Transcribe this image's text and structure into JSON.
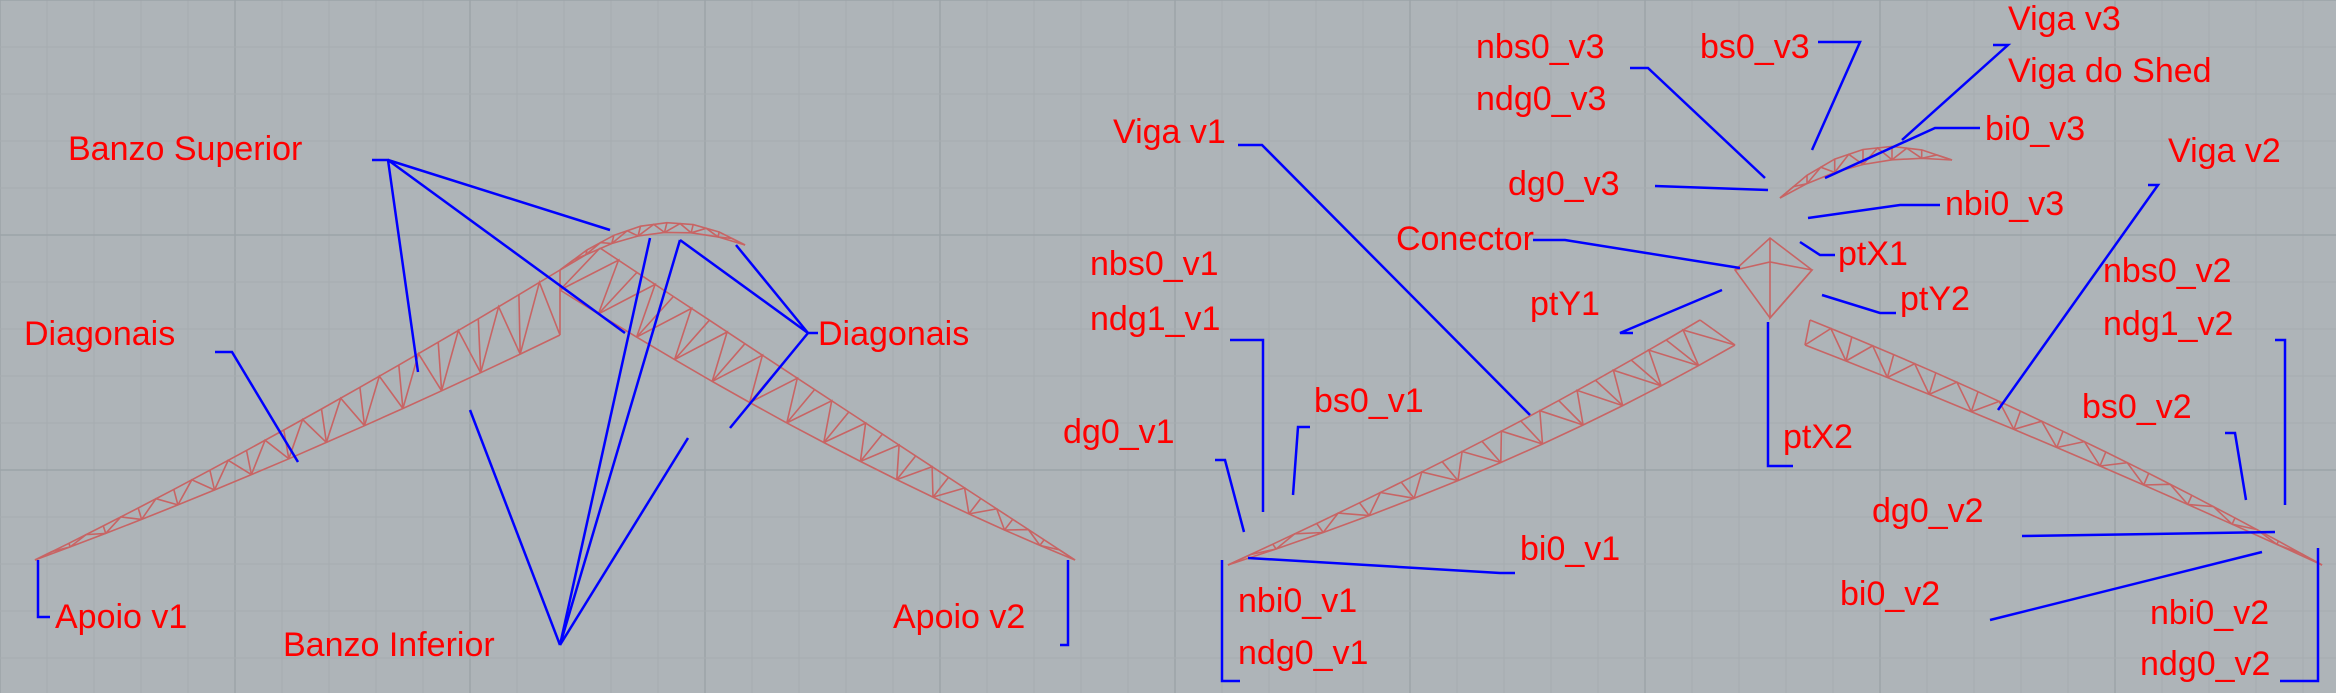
{
  "labels": {
    "banzo_superior": "Banzo Superior",
    "diagonais_left": "Diagonais",
    "diagonais_right": "Diagonais",
    "apoio_v1": "Apoio v1",
    "apoio_v2": "Apoio v2",
    "banzo_inferior": "Banzo Inferior",
    "viga_v1": "Viga v1",
    "viga_v2": "Viga v2",
    "viga_v3": "Viga v3",
    "viga_do_shed": "Viga do Shed",
    "nbs0_v3": "nbs0_v3",
    "ndg0_v3": "ndg0_v3",
    "bs0_v3": "bs0_v3",
    "bi0_v3": "bi0_v3",
    "dg0_v3": "dg0_v3",
    "nbi0_v3": "nbi0_v3",
    "conector": "Conector",
    "ptX1": "ptX1",
    "ptY1": "ptY1",
    "ptY2": "ptY2",
    "ptX2": "ptX2",
    "nbs0_v1": "nbs0_v1",
    "ndg1_v1": "ndg1_v1",
    "bs0_v1": "bs0_v1",
    "dg0_v1": "dg0_v1",
    "bi0_v1": "bi0_v1",
    "nbi0_v1": "nbi0_v1",
    "ndg0_v1": "ndg0_v1",
    "nbs0_v2": "nbs0_v2",
    "ndg1_v2": "ndg1_v2",
    "bs0_v2": "bs0_v2",
    "dg0_v2": "dg0_v2",
    "bi0_v2": "bi0_v2",
    "nbi0_v2": "nbi0_v2",
    "ndg0_v2": "ndg0_v2"
  },
  "colors": {
    "background": "#aeb4b8",
    "label": "#ff0000",
    "leader": "#0000ff",
    "truss": "#c86464"
  }
}
